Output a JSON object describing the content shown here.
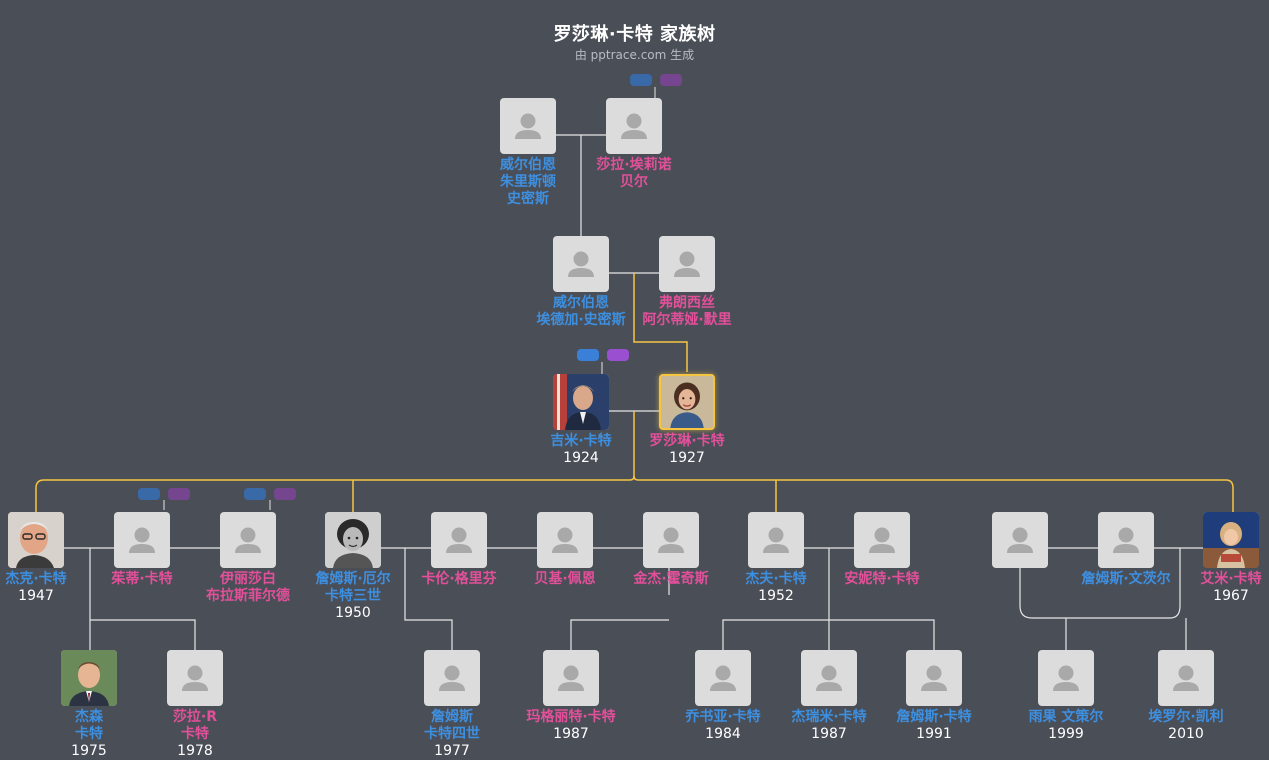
{
  "header": {
    "title": "罗莎琳·卡特 家族树",
    "subtitle": "由 pptrace.com 生成"
  },
  "colors": {
    "background": "#4a4e57",
    "male": "#3d8fe0",
    "female": "#e2509a",
    "focus_line": "#f5c542",
    "line": "#e6e6e6"
  },
  "people": [
    {
      "id": "wes_jr",
      "name": [
        "威尔伯恩",
        "朱里斯顿",
        "史密斯"
      ],
      "gender": "male",
      "year": "",
      "photo": "none"
    },
    {
      "id": "sara",
      "name": [
        "莎拉·埃莉诺",
        "贝尔"
      ],
      "gender": "female",
      "year": "",
      "photo": "none"
    },
    {
      "id": "wes",
      "name": [
        "威尔伯恩",
        "埃德加·史密斯"
      ],
      "gender": "male",
      "year": "",
      "photo": "none"
    },
    {
      "id": "frances",
      "name": [
        "弗朗西丝",
        "阿尔蒂娅·默里"
      ],
      "gender": "female",
      "year": "",
      "photo": "none"
    },
    {
      "id": "jimmy",
      "name": [
        "吉米·卡特"
      ],
      "gender": "male",
      "year": "1924",
      "photo": "jimmy"
    },
    {
      "id": "rosalynn",
      "name": [
        "罗莎琳·卡特"
      ],
      "gender": "female",
      "year": "1927",
      "photo": "rosalynn",
      "focus": true
    },
    {
      "id": "jack",
      "name": [
        "杰克·卡特"
      ],
      "gender": "male",
      "year": "1947",
      "photo": "jack"
    },
    {
      "id": "judy",
      "name": [
        "茱蒂·卡特"
      ],
      "gender": "female",
      "year": "",
      "photo": "none"
    },
    {
      "id": "elizabeth",
      "name": [
        "伊丽莎白",
        "布拉斯菲尔德"
      ],
      "gender": "female",
      "year": "",
      "photo": "none"
    },
    {
      "id": "james3",
      "name": [
        "詹姆斯·厄尔",
        "卡特三世"
      ],
      "gender": "male",
      "year": "1950",
      "photo": "chip"
    },
    {
      "id": "caron",
      "name": [
        "卡伦·格里芬"
      ],
      "gender": "female",
      "year": "",
      "photo": "none"
    },
    {
      "id": "becky",
      "name": [
        "贝基·佩恩"
      ],
      "gender": "female",
      "year": "",
      "photo": "none"
    },
    {
      "id": "ginger",
      "name": [
        "金杰·霍奇斯"
      ],
      "gender": "female",
      "year": "",
      "photo": "none"
    },
    {
      "id": "jeff",
      "name": [
        "杰夫·卡特"
      ],
      "gender": "male",
      "year": "1952",
      "photo": "none"
    },
    {
      "id": "annette",
      "name": [
        "安妮特·卡特"
      ],
      "gender": "female",
      "year": "",
      "photo": "none"
    },
    {
      "id": "amy_sp1",
      "name": [],
      "gender": "male",
      "year": "",
      "photo": "none"
    },
    {
      "id": "wentzel",
      "name": [
        "詹姆斯·文茨尔"
      ],
      "gender": "male",
      "year": "",
      "photo": "none"
    },
    {
      "id": "amy",
      "name": [
        "艾米·卡特"
      ],
      "gender": "female",
      "year": "1967",
      "photo": "amy"
    },
    {
      "id": "jason",
      "name": [
        "杰森",
        "卡特"
      ],
      "gender": "male",
      "year": "1975",
      "photo": "jason"
    },
    {
      "id": "sarahr",
      "name": [
        "莎拉·R",
        "卡特"
      ],
      "gender": "female",
      "year": "1978",
      "photo": "none"
    },
    {
      "id": "james4",
      "name": [
        "詹姆斯",
        "卡特四世"
      ],
      "gender": "male",
      "year": "1977",
      "photo": "none"
    },
    {
      "id": "margaret",
      "name": [
        "玛格丽特·卡特"
      ],
      "gender": "female",
      "year": "1987",
      "photo": "none"
    },
    {
      "id": "joshua",
      "name": [
        "乔书亚·卡特"
      ],
      "gender": "male",
      "year": "1984",
      "photo": "none"
    },
    {
      "id": "jeremy",
      "name": [
        "杰瑞米·卡特"
      ],
      "gender": "male",
      "year": "1987",
      "photo": "none"
    },
    {
      "id": "jamesc",
      "name": [
        "詹姆斯·卡特"
      ],
      "gender": "male",
      "year": "1991",
      "photo": "none"
    },
    {
      "id": "hugo",
      "name": [
        "雨果 文策尔"
      ],
      "gender": "male",
      "year": "1999",
      "photo": "none"
    },
    {
      "id": "errol",
      "name": [
        "埃罗尔·凯利"
      ],
      "gender": "male",
      "year": "2010",
      "photo": "none"
    }
  ]
}
